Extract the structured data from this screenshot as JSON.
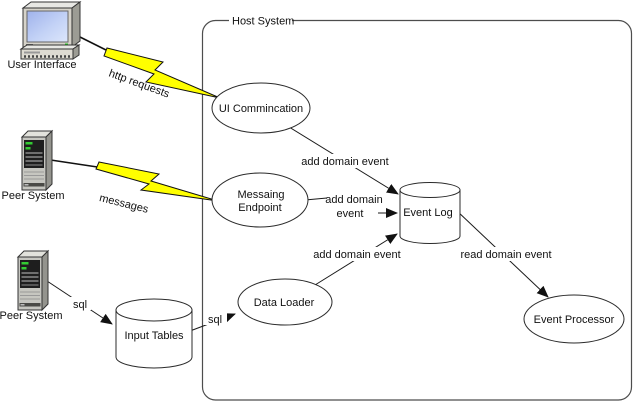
{
  "host": {
    "label": "Host System"
  },
  "external": {
    "user_interface": {
      "label": "User Interface"
    },
    "peer_system_top": {
      "label": "Peer System"
    },
    "peer_system_bottom": {
      "label": "Peer System"
    }
  },
  "nodes": {
    "ui_communication": {
      "label": "UI Commincation"
    },
    "messaging_endpoint": {
      "line1": "Messaing",
      "line2": "Endpoint"
    },
    "data_loader": {
      "label": "Data Loader"
    },
    "event_log": {
      "label": "Event Log"
    },
    "event_processor": {
      "label": "Event Processor"
    },
    "input_tables": {
      "label": "Input Tables"
    }
  },
  "edges": {
    "http_requests": {
      "label": "http requests"
    },
    "messages": {
      "label": "messages"
    },
    "sql_to_input_tables": {
      "label": "sql"
    },
    "sql_to_data_loader": {
      "label": "sql"
    },
    "add_domain_event_from_ui": {
      "label": "add domain event"
    },
    "add_domain_event_from_messaging": {
      "line1": "add domain",
      "line2": "event"
    },
    "add_domain_event_from_loader": {
      "label": "add domain event"
    },
    "read_domain_event": {
      "label": "read domain event"
    }
  },
  "colors": {
    "bolt_fill": "#FFFF00",
    "line": "#1a1a1a",
    "background": "#FFFFFF"
  }
}
